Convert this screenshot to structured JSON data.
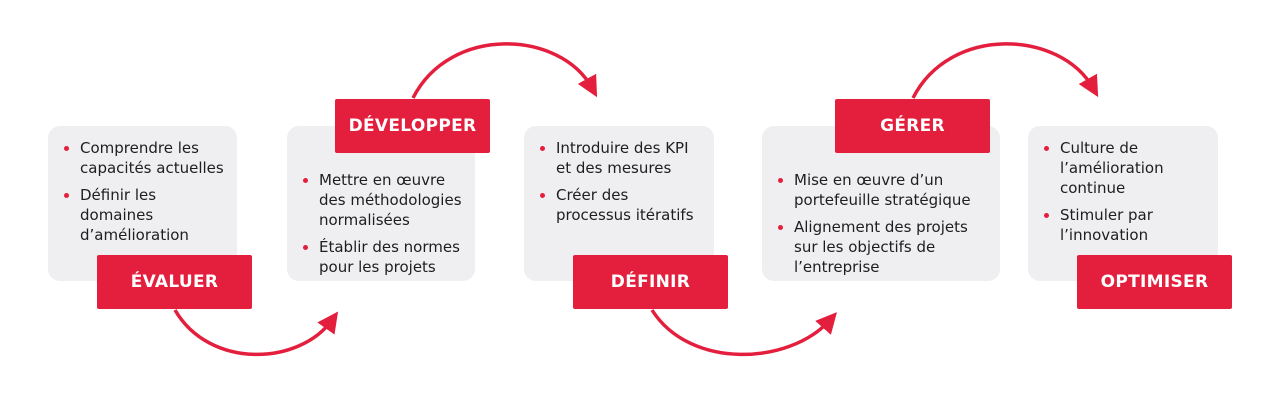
{
  "accent_color": "#e41f3d",
  "card_color": "#efeff1",
  "steps": [
    {
      "label": "ÉVALUER",
      "bullets": [
        "Comprendre les capacités actuelles",
        "Définir les domaines d’amélioration"
      ]
    },
    {
      "label": "DÉVELOPPER",
      "bullets": [
        "Mettre en œuvre des méthodologies normalisées",
        "Établir des normes pour les projets"
      ]
    },
    {
      "label": "DÉFINIR",
      "bullets": [
        "Introduire des KPI et des mesures",
        "Créer des processus itératifs"
      ]
    },
    {
      "label": "GÉRER",
      "bullets": [
        "Mise en œuvre d’un portefeuille stratégique",
        "Alignement des projets sur les objectifs de l’entreprise"
      ]
    },
    {
      "label": "OPTIMISER",
      "bullets": [
        "Culture de l’amélioration continue",
        "Stimuler par l’innovation"
      ]
    }
  ]
}
